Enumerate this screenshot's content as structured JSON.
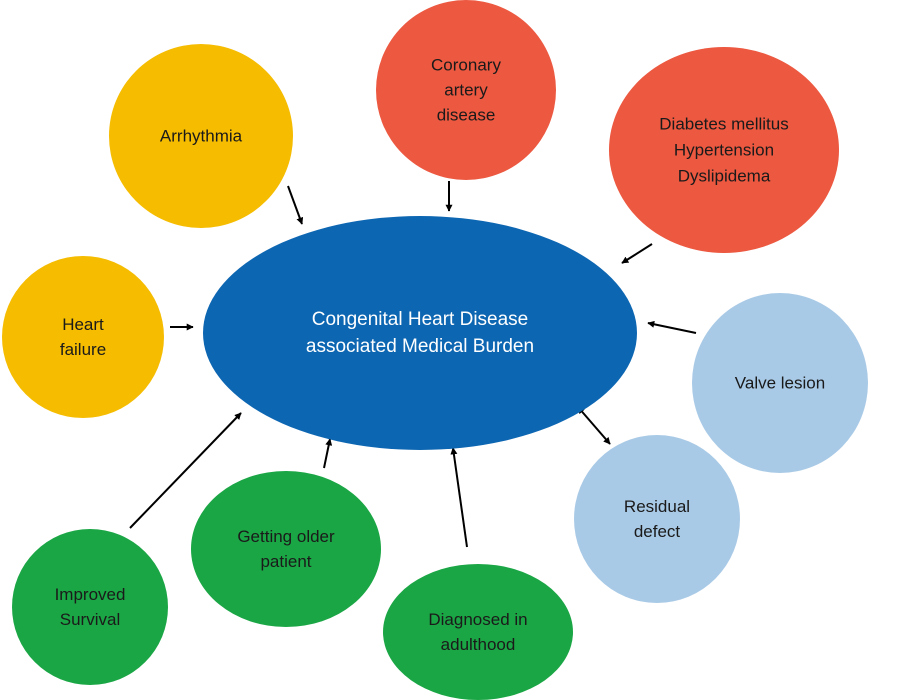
{
  "center": {
    "lines": [
      "Congenital Heart Disease",
      "associated Medical Burden"
    ],
    "color": "#0D66B2"
  },
  "nodes": [
    {
      "id": "arrhythmia",
      "lines": [
        "Arrhythmia"
      ],
      "color": "#F5BC00"
    },
    {
      "id": "coronary-artery-disease",
      "lines": [
        "Coronary",
        "artery",
        "disease"
      ],
      "color": "#EC5840"
    },
    {
      "id": "diabetes-hypertension-dyslipidemia",
      "lines": [
        "Diabetes mellitus",
        "Hypertension",
        "Dyslipidema"
      ],
      "color": "#EC5840"
    },
    {
      "id": "heart-failure",
      "lines": [
        "Heart",
        "failure"
      ],
      "color": "#F5BC00"
    },
    {
      "id": "valve-lesion",
      "lines": [
        "Valve lesion"
      ],
      "color": "#A9CAE6"
    },
    {
      "id": "residual-defect",
      "lines": [
        "Residual",
        "defect"
      ],
      "color": "#A9CAE6"
    },
    {
      "id": "improved-survival",
      "lines": [
        "Improved",
        "Survival"
      ],
      "color": "#1BA645"
    },
    {
      "id": "getting-older-patient",
      "lines": [
        "Getting older",
        "patient"
      ],
      "color": "#1BA645"
    },
    {
      "id": "diagnosed-in-adulthood",
      "lines": [
        "Diagnosed in",
        "adulthood"
      ],
      "color": "#1BA645"
    }
  ],
  "edges": [
    {
      "from": "arrhythmia",
      "to": "center",
      "bidirectional": false
    },
    {
      "from": "coronary-artery-disease",
      "to": "center",
      "bidirectional": false
    },
    {
      "from": "diabetes-hypertension-dyslipidemia",
      "to": "center",
      "bidirectional": false
    },
    {
      "from": "heart-failure",
      "to": "center",
      "bidirectional": false
    },
    {
      "from": "valve-lesion",
      "to": "center",
      "bidirectional": false
    },
    {
      "from": "residual-defect",
      "to": "center",
      "bidirectional": true
    },
    {
      "from": "improved-survival",
      "to": "center",
      "bidirectional": false
    },
    {
      "from": "getting-older-patient",
      "to": "center",
      "bidirectional": false
    },
    {
      "from": "diagnosed-in-adulthood",
      "to": "center",
      "bidirectional": false
    }
  ]
}
